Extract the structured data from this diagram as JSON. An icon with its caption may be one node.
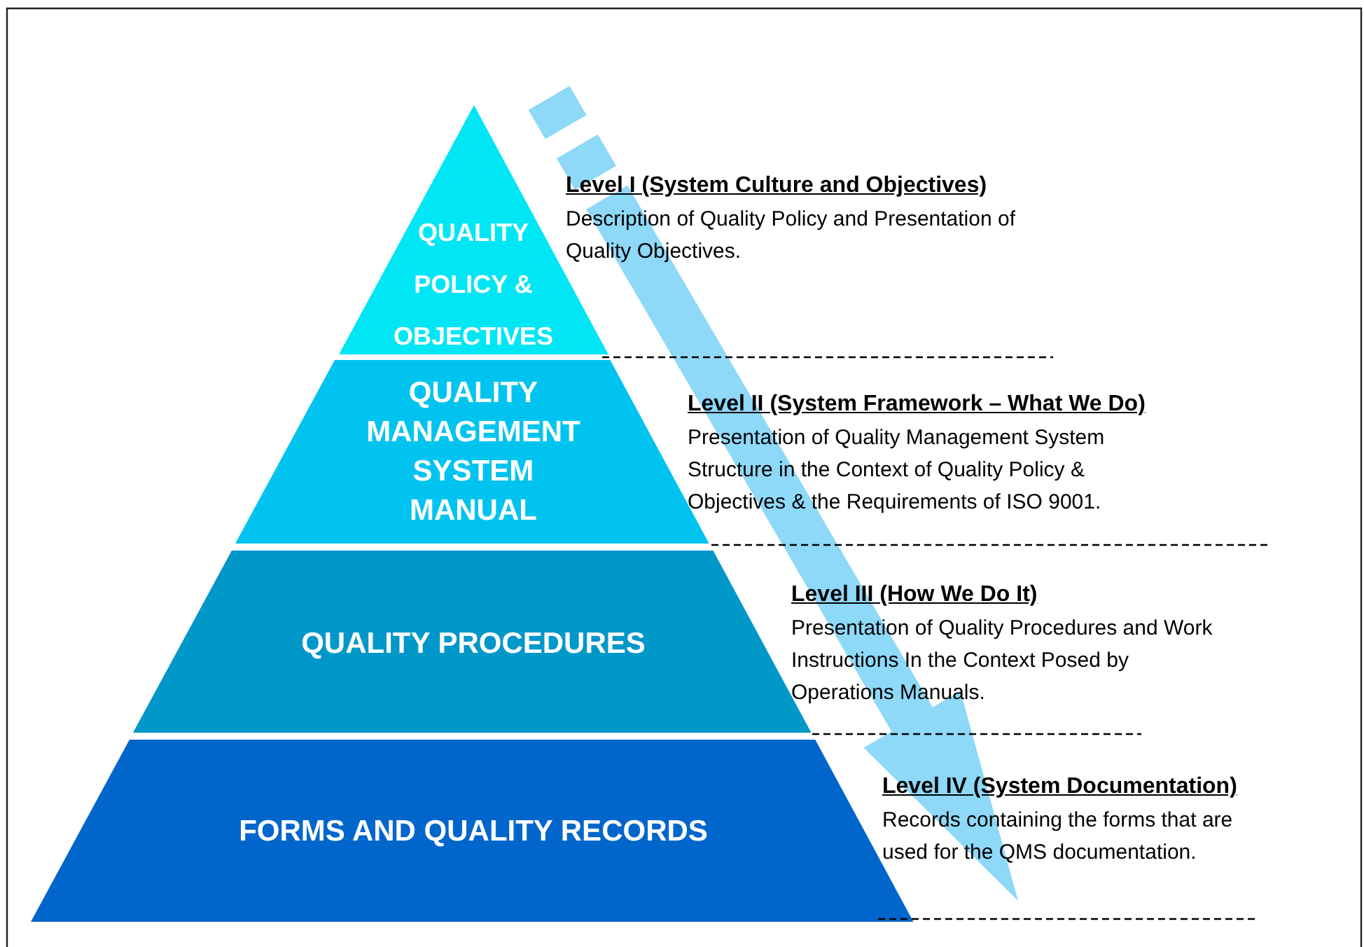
{
  "diagram": {
    "nodes": [
      {
        "text": [
          "QUALITY POLICY & OBJECTIVES"
        ],
        "beside": [
          "Level I (System Culture and Objectives)",
          "Description of Quality Policy and Presentation of Quality Objectives."
        ]
      },
      {
        "text": [
          "QUALITY MANAGEMENT SYSTEM MANUAL"
        ],
        "beside": [
          "Level II (System Framework – What We Do)",
          "Presentation of Quality Management System Structure in the Context of Quality Policy & Objectives & the Requirements of ISO 9001."
        ]
      },
      {
        "text": [
          "QUALITY PROCEDURES"
        ],
        "beside": [
          "Level III (How We Do It)",
          "Presentation of Quality Procedures and Work Instructions In the Context Posed by Operations Manuals."
        ]
      },
      {
        "text": [
          "FORMS AND QUALITY RECORDS"
        ],
        "beside": [
          "Level IV (System Documentation)",
          "Records containing the forms that are used for the QMS documentation."
        ]
      }
    ]
  }
}
